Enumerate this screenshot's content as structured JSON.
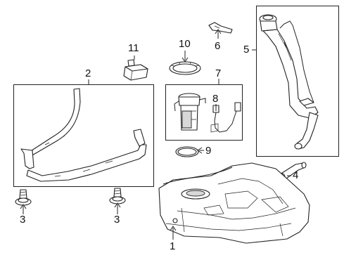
{
  "diagram": {
    "callouts": {
      "c1": "1",
      "c2": "2",
      "c3a": "3",
      "c3b": "3",
      "c4": "4",
      "c5": "5",
      "c6": "6",
      "c7": "7",
      "c8": "8",
      "c9": "9",
      "c10": "10",
      "c11": "11"
    },
    "parts": {
      "fuel_tank": "fuel-tank",
      "tank_straps": "tank-straps",
      "strap_bolts": "bolt",
      "vent_hose": "hose",
      "filler_pipe": "filler-neck",
      "clip": "clip",
      "fuel_pump_module": "fuel-pump",
      "fuel_level_sender": "sender-unit",
      "gasket": "seal-ring",
      "lock_ring": "lock-ring",
      "control_module": "module"
    }
  }
}
